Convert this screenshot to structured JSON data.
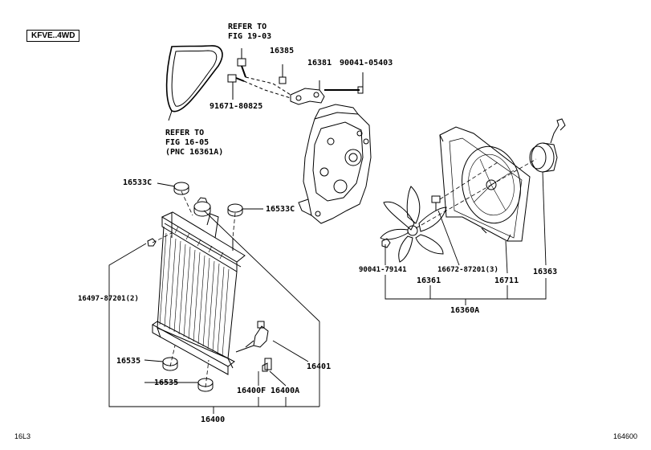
{
  "variant_box": "KFVE..4WD",
  "footer": {
    "left": "16L3",
    "right": "164600"
  },
  "labels": {
    "refer_top_1": "REFER TO",
    "refer_top_2": "FIG 19-03",
    "p16385": "16385",
    "p16381": "16381",
    "p90041_05403": "90041-05403",
    "p91671_80825": "91671-80825",
    "refer_left_1": "REFER TO",
    "refer_left_2": "FIG 16-05",
    "refer_left_3": "(PNC 16361A)",
    "p16533C_left": "16533C",
    "p16533C_right": "16533C",
    "p16497": "16497-87201(2)",
    "p16535_a": "16535",
    "p16535_b": "16535",
    "p16400F": "16400F",
    "p16400A": "16400A",
    "p16401": "16401",
    "p16400": "16400",
    "p90041_79141": "90041-79141",
    "p16672": "16672-87201(3)",
    "p16361": "16361",
    "p16711": "16711",
    "p16363": "16363",
    "p16360A": "16360A"
  }
}
